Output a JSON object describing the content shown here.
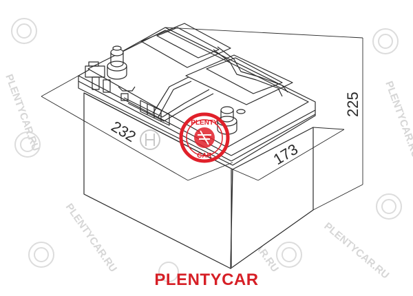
{
  "dimensions": {
    "length": "232",
    "width": "173",
    "height": "225"
  },
  "logo": {
    "name": "plentycar-seal",
    "top_text": "PLENTY",
    "bottom_text": "CAR",
    "color": "#e0202a"
  },
  "watermark": {
    "text": "PLENTYCAR.RU",
    "color": "#d6d6d6"
  },
  "brand_caption": "PLENTYCAR",
  "colors": {
    "line": "#2a2a2a",
    "caption": "#d61f26"
  }
}
